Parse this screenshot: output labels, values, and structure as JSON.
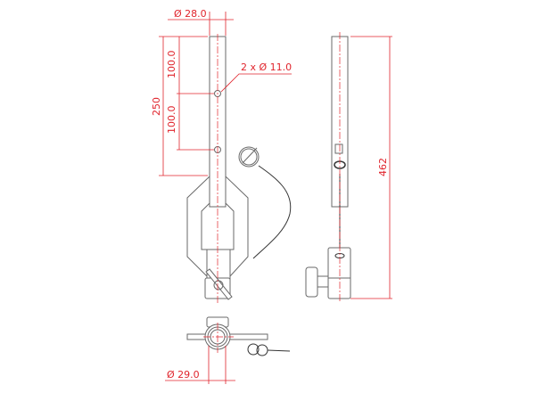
{
  "dimensions": {
    "tube_diameter": "Ø 28.0",
    "hole_spacing_top": "100.0",
    "hole_spacing_bottom": "100.0",
    "tube_length": "250",
    "holes": "2 x Ø 11.0",
    "total_height": "462",
    "socket_diameter": "Ø 29.0"
  },
  "colors": {
    "dimension": "#e0242c",
    "outline": "#6a6a6a"
  }
}
